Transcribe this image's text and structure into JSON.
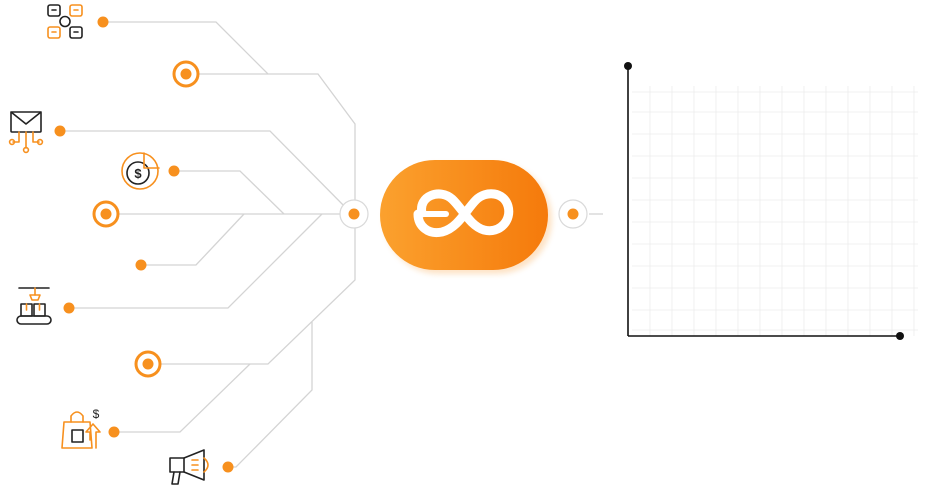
{
  "colors": {
    "accent": "#f7901e",
    "accent_dark": "#f57a0b",
    "connector": "#d4d4d4",
    "icon_ink": "#222222"
  },
  "icons": [
    "org-chart-icon",
    "target-ring-icon",
    "email-network-icon",
    "dollar-pie-icon",
    "target-ring-icon",
    "plain-dot",
    "conveyor-box-icon",
    "target-ring-icon",
    "shopping-bag-dollar-icon",
    "megaphone-icon"
  ],
  "center_logo": "infinity-logo-icon",
  "chart_panel": {
    "type": "empty-plot",
    "grid": true,
    "axes": [
      "x",
      "y"
    ]
  }
}
